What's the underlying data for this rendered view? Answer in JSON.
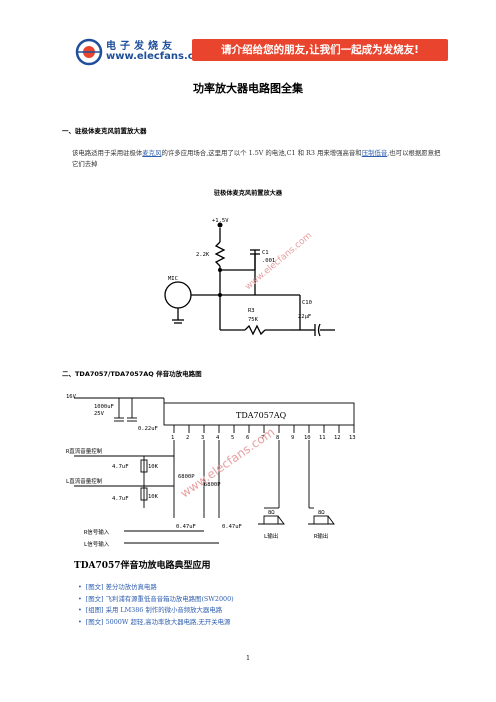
{
  "header": {
    "logo_cn": "电子发烧友",
    "logo_url": "www.elecfans.com",
    "slogan": "请介绍给您的朋友,让我们一起成为发烧友!"
  },
  "title": "功率放大器电路图全集",
  "section1": {
    "heading": "一、驻极体麦克风前置放大器",
    "para_a": "该电路适用于采用驻极体",
    "para_link1": "麦克风",
    "para_b": "的许多应用场合,这里用了以个 1.5V 的电池,C1 和 R3 用来增强高音和",
    "para_link2": "压制低音",
    "para_c": ",也可以根据愿意把它们去掉",
    "caption": "驻极体麦克风前置放大器",
    "labels": {
      "v": "+1.5V",
      "r1": "2.2K",
      "c1a": "C1",
      "c1b": ".001",
      "mic": "MIC",
      "r3a": "R3",
      "r3b": "75K",
      "c10a": "C10",
      "c10b": "22μF"
    }
  },
  "section2": {
    "heading": "二、TDA7057/TDA7057AQ 伴音功放电路图",
    "labels": {
      "v16": "16V",
      "cap_in": "1000uF",
      "cap_in2": "25V",
      "c022": "0.22uF",
      "chip": "TDA7057AQ",
      "pins": [
        "1",
        "2",
        "3",
        "4",
        "5",
        "6",
        "7",
        "8",
        "9",
        "10",
        "11",
        "12",
        "13"
      ],
      "r_ctrl": "R直流音量控制",
      "l_ctrl": "L直流音量控制",
      "c47a": "4.7uF",
      "c47b": "4.7uF",
      "r10a": "10K",
      "r10b": "10K",
      "c6800a": "6800P",
      "c6800b": "6800P",
      "c047a": "0.47uF",
      "c047b": "0.47uF",
      "rin": "R信号输入",
      "lin": "L信号输入",
      "sp_l": "8Ω",
      "sp_r": "8Ω",
      "out_l": "L输出",
      "out_r": "R输出",
      "caption": "TDA7057伴音功放电路典型应用"
    }
  },
  "links": [
    "[图文] 差分功放仿真电路",
    "[图文] 飞利浦有源重低音音箱功放电路图(SW2000)",
    "[组图] 采用 LM386 制作的微小音频放大器电路",
    "[图文] 5000W 超轻,高功率放大器电路,无开关电源"
  ],
  "watermark": "www.elecfans.com",
  "page_number": "1"
}
